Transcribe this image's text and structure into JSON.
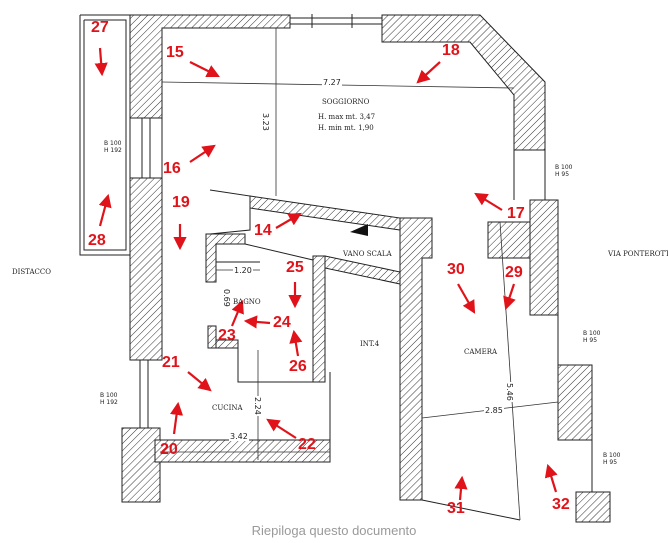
{
  "plan": {
    "rooms": {
      "soggiorno": "SOGGIORNO",
      "h_max": "H. max mt. 3,47",
      "h_min": "H. min mt. 1,90",
      "vano_scala": "VANO SCALA",
      "bagno": "BAGNO",
      "int": "INT.4",
      "camera": "CAMERA",
      "cucina": "CUCINA",
      "distacco": "DISTACCO",
      "via": "VIA PONTEROTTO"
    },
    "dimensions": {
      "d727": "7.27",
      "d323": "3.23",
      "d120": "1.20",
      "d069": "0.69",
      "d224": "2.24",
      "d342": "3.42",
      "d285": "2.85",
      "d546": "5.46"
    },
    "windows": {
      "w1_b": "B 100",
      "w1_h": "H 192",
      "w2_b": "B 100",
      "w2_h": "H 95",
      "w3_b": "B 100",
      "w3_h": "H 95",
      "w4_b": "B 100",
      "w4_h": "H 192",
      "w5_b": "B 100",
      "w5_h": "H 95"
    }
  },
  "markers": [
    "27",
    "15",
    "18",
    "16",
    "17",
    "28",
    "19",
    "14",
    "25",
    "30",
    "29",
    "24",
    "23",
    "26",
    "21",
    "20",
    "22",
    "31",
    "32"
  ],
  "footer": "Riepiloga questo documento",
  "colors": {
    "marker": "#e0131a",
    "line": "#222222"
  }
}
